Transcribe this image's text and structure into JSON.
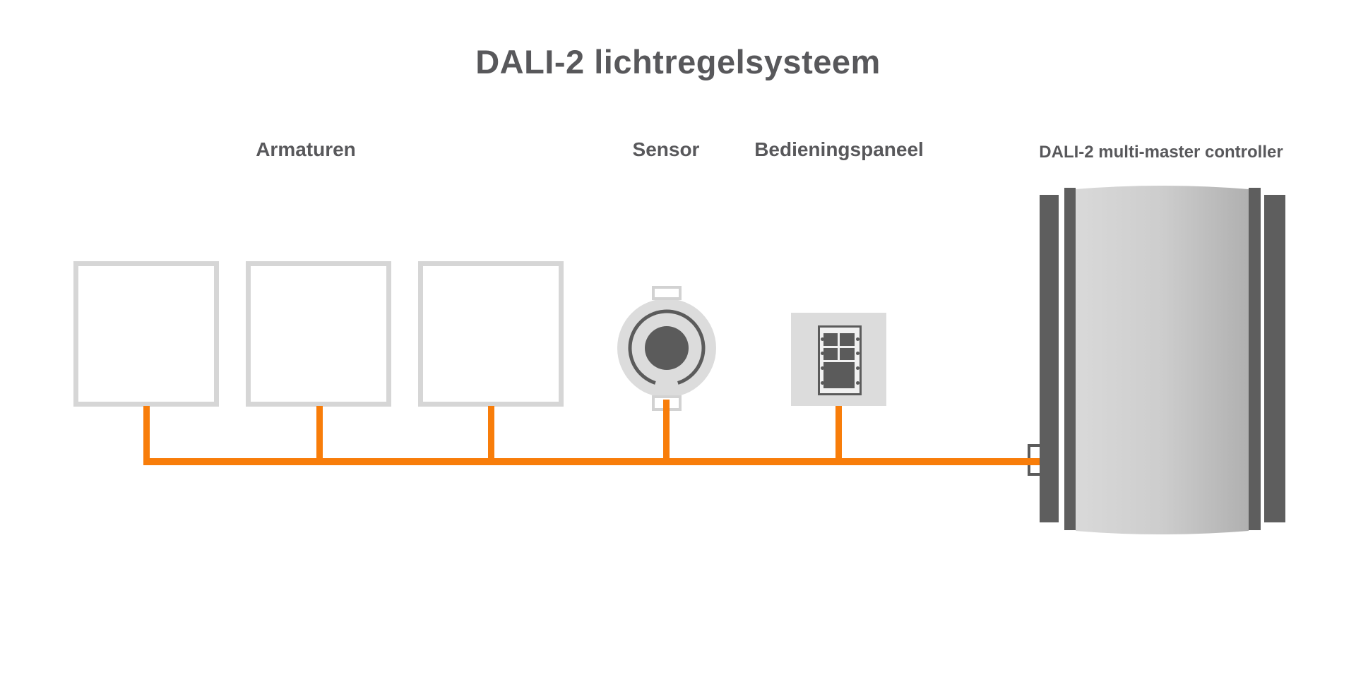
{
  "title": "DALI-2 lichtregelsysteem",
  "sections": {
    "armaturen": {
      "label": "Armaturen",
      "luminaire_count": 3
    },
    "sensor": {
      "label": "Sensor"
    },
    "bedieningspaneel": {
      "label": "Bedieningspaneel"
    },
    "controller": {
      "label": "DALI-2 multi-master controller"
    }
  },
  "colors": {
    "orange": "#F87D0A",
    "darkGray": "#5B5B5B",
    "barGray": "#5E5E5E",
    "lightGray": "#DCDCDC",
    "squareBorder": "#D6D6D6",
    "clipBorder": "#D2D2D2",
    "textGray": "#58585B",
    "plateFill": "#F1F1F1",
    "bodyGradStart": "#D9D9D9",
    "bodyGradMid": "#CDCDCD",
    "bodyGradEnd": "#B0B0B0"
  }
}
